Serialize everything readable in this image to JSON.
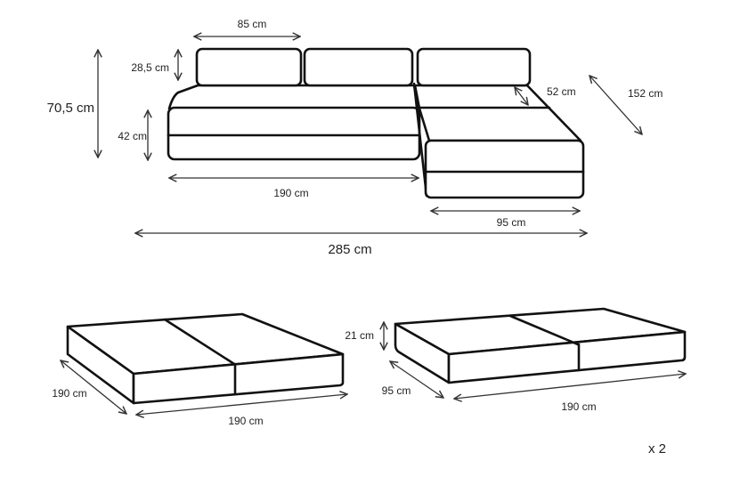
{
  "sofa": {
    "cushion_width": "85 cm",
    "cushion_height": "28,5 cm",
    "total_height": "70,5 cm",
    "seat_height": "42 cm",
    "main_length": "190 cm",
    "chaise_width": "95 cm",
    "total_length": "285 cm",
    "seat_depth": "52 cm",
    "chaise_length": "152 cm"
  },
  "mattress_large": {
    "depth": "190 cm",
    "length": "190 cm"
  },
  "mattress_small": {
    "height": "21 cm",
    "depth": "95 cm",
    "length": "190 cm",
    "quantity": "x 2"
  },
  "colors": {
    "line": "#111111",
    "text": "#222222",
    "background": "#ffffff"
  }
}
